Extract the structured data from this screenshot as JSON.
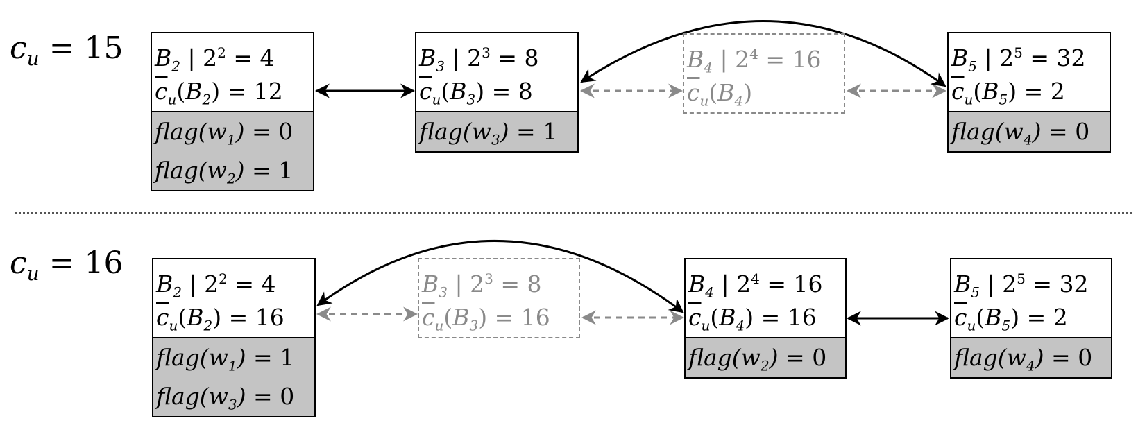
{
  "rows": [
    {
      "label": "c_u = 15",
      "label_var": "c",
      "label_sub": "u",
      "label_rest": " = 15",
      "nodes": [
        {
          "id": "B2",
          "head": "B2 | 2^2 = 4",
          "head_B": "B",
          "head_Bsub": "2",
          "head_base": " | 2",
          "head_exp": "2",
          "head_rest": " = 4",
          "cbar": "c̄u(B2) = 12",
          "cbar_arg_sub": "2",
          "cbar_rest": ") = 12",
          "ghost": false,
          "flags": [
            {
              "w": "1",
              "val": "0"
            },
            {
              "w": "2",
              "val": "1"
            }
          ]
        },
        {
          "id": "B3",
          "head_B": "B",
          "head_Bsub": "3",
          "head_base": " | 2",
          "head_exp": "3",
          "head_rest": " = 8",
          "cbar_arg_sub": "3",
          "cbar_rest": ") = 8",
          "ghost": false,
          "flags": [
            {
              "w": "3",
              "val": "1"
            }
          ]
        },
        {
          "id": "B4",
          "head_B": "B",
          "head_Bsub": "4",
          "head_base": "  | 2",
          "head_exp": "4",
          "head_rest": " = 16",
          "cbar_arg_sub": "4",
          "cbar_rest": ")",
          "ghost": true,
          "flags": []
        },
        {
          "id": "B5",
          "head_B": "B",
          "head_Bsub": "5",
          "head_base": " | 2",
          "head_exp": "5",
          "head_rest": " = 32",
          "cbar_arg_sub": "5",
          "cbar_rest": ") = 2",
          "ghost": false,
          "flags": [
            {
              "w": "4",
              "val": "0"
            }
          ]
        }
      ]
    },
    {
      "label_var": "c",
      "label_sub": "u",
      "label_rest": " = 16",
      "nodes": [
        {
          "id": "B2",
          "head_B": "B",
          "head_Bsub": "2",
          "head_base": " | 2",
          "head_exp": "2",
          "head_rest": " = 4",
          "cbar_arg_sub": "2",
          "cbar_rest": ") = 16",
          "ghost": false,
          "flags": [
            {
              "w": "1",
              "val": "1"
            },
            {
              "w": "3",
              "val": "0"
            }
          ]
        },
        {
          "id": "B3",
          "head_B": "B",
          "head_Bsub": "3",
          "head_base": " | 2",
          "head_exp": "3",
          "head_rest": " = 8",
          "cbar_arg_sub": "3",
          "cbar_rest": ") = 16",
          "ghost": true,
          "flags": []
        },
        {
          "id": "B4",
          "head_B": "B",
          "head_Bsub": "4",
          "head_base": " | 2",
          "head_exp": "4",
          "head_rest": " = 16",
          "cbar_arg_sub": "4",
          "cbar_rest": ") = 16",
          "ghost": false,
          "flags": [
            {
              "w": "2",
              "val": "0"
            }
          ]
        },
        {
          "id": "B5",
          "head_B": "B",
          "head_Bsub": "5",
          "head_base": " | 2",
          "head_exp": "5",
          "head_rest": " = 32",
          "cbar_arg_sub": "5",
          "cbar_rest": ") = 2",
          "ghost": false,
          "flags": [
            {
              "w": "4",
              "val": "0"
            }
          ]
        }
      ]
    }
  ],
  "text": {
    "c": "c",
    "u": "u",
    "B": "B",
    "open": "(",
    "flag": "flag(w",
    "flag_close": ") = "
  },
  "colors": {
    "ghost": "#8a8a8a",
    "flag_bg": "#c4c4c4",
    "edge": "#000000"
  }
}
